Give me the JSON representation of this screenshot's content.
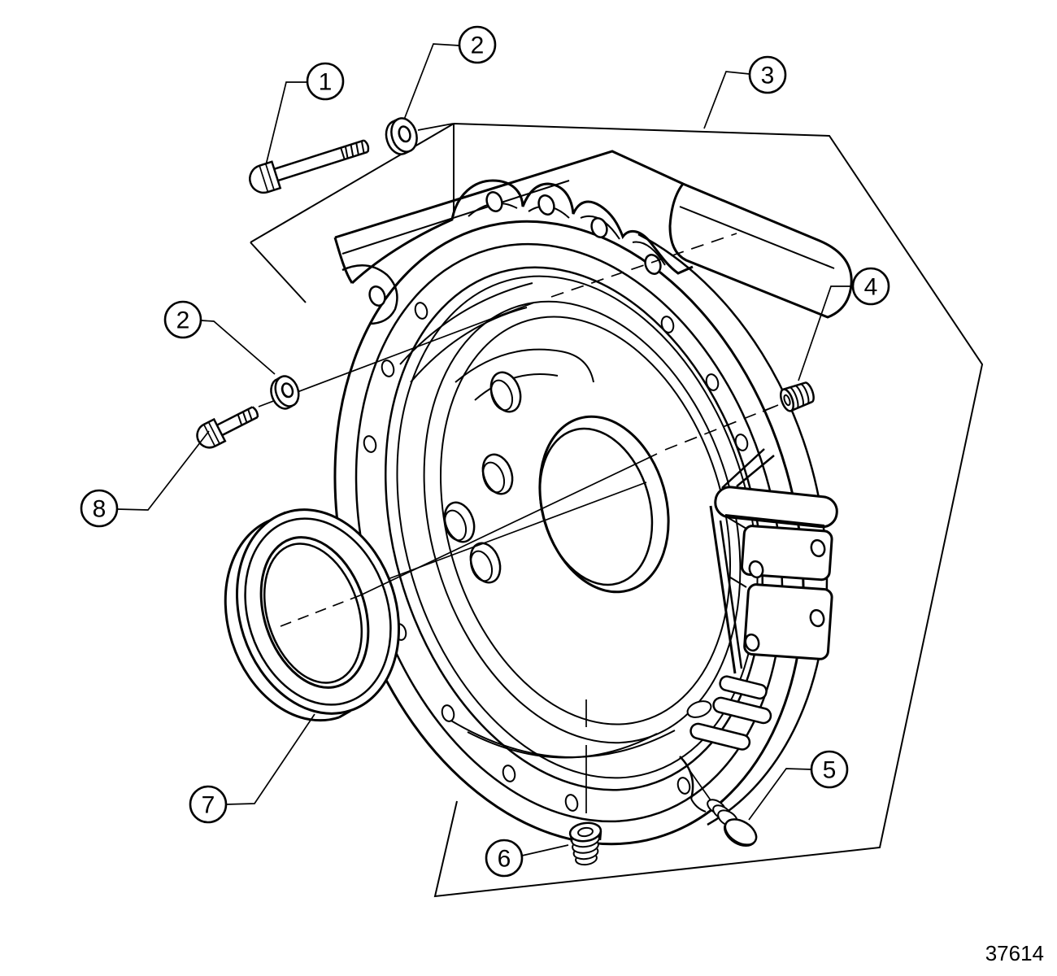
{
  "figure": {
    "drawing_number": "37614"
  },
  "colors": {
    "line": "#000000",
    "background": "#ffffff"
  },
  "callouts": [
    {
      "label": "1"
    },
    {
      "label": "2"
    },
    {
      "label": "3"
    },
    {
      "label": "4"
    },
    {
      "label": "5"
    },
    {
      "label": "6"
    },
    {
      "label": "7"
    },
    {
      "label": "8"
    },
    {
      "label": "2"
    }
  ]
}
